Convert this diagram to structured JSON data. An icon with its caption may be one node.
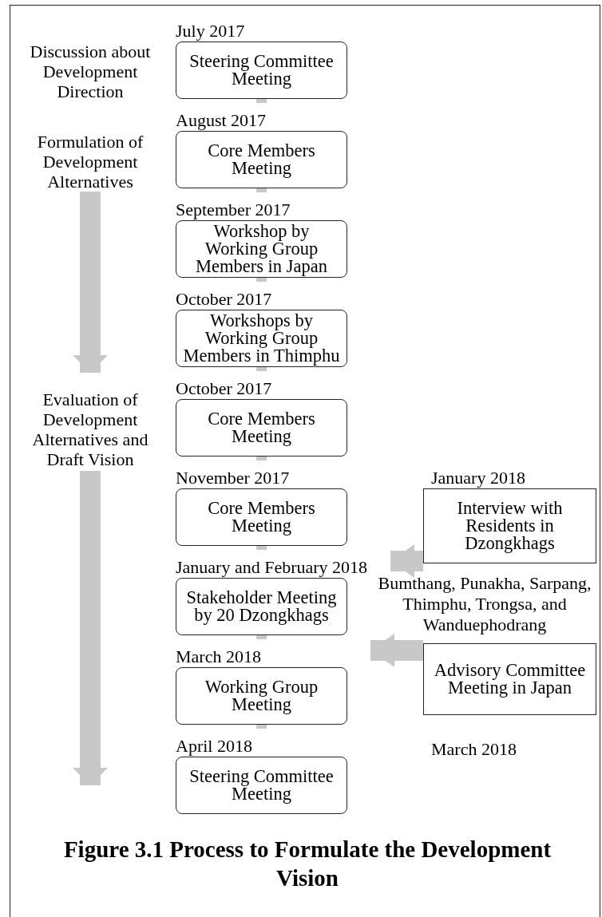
{
  "diagram": {
    "caption": "Figure 3.1 Process to Formulate the Development Vision",
    "nodes": [
      {
        "text": [
          "Discussion about Development Direction"
        ]
      },
      {
        "text": [
          "Formulation of Development Alternatives"
        ]
      },
      {
        "text": [
          "Evaluation of Development Alternatives and Draft Vision"
        ]
      },
      {
        "text": [
          "July 2017",
          "Steering Committee Meeting"
        ]
      },
      {
        "text": [
          "August 2017",
          "Core Members Meeting"
        ]
      },
      {
        "text": [
          "September 2017",
          "Workshop by Working Group Members in Japan"
        ]
      },
      {
        "text": [
          "October 2017",
          "Workshops by Working Group Members in Thimphu"
        ]
      },
      {
        "text": [
          "October 2017",
          "Core Members Meeting"
        ]
      },
      {
        "text": [
          "November 2017",
          "Core Members Meeting"
        ]
      },
      {
        "text": [
          "January and February 2018",
          "Stakeholder Meeting by 20 Dzongkhags"
        ]
      },
      {
        "text": [
          "March 2018",
          "Working Group Meeting"
        ]
      },
      {
        "text": [
          "April 2018",
          "Steering Committee Meeting"
        ]
      },
      {
        "text": [
          "January 2018",
          "Interview with Residents in Dzongkhags"
        ],
        "beside": [
          "Bumthang, Punakha, Sarpang, Thimphu, Trongsa, and Wanduephodrang"
        ]
      },
      {
        "text": [
          "Advisory Committee Meeting in Japan"
        ],
        "beside": [
          "March 2018"
        ]
      }
    ],
    "edges": [
      {
        "from": 1,
        "to": 2,
        "arrow": "to",
        "style": "thick"
      },
      {
        "from": 2,
        "to": null,
        "arrow": "to",
        "style": "thick"
      },
      {
        "from": 3,
        "to": 4,
        "arrow": "to"
      },
      {
        "from": 4,
        "to": 5,
        "arrow": "to"
      },
      {
        "from": 5,
        "to": 6,
        "arrow": "to"
      },
      {
        "from": 6,
        "to": 7,
        "arrow": "to"
      },
      {
        "from": 7,
        "to": 8,
        "arrow": "to"
      },
      {
        "from": 8,
        "to": 9,
        "arrow": "to"
      },
      {
        "from": 9,
        "to": 10,
        "arrow": "to"
      },
      {
        "from": 10,
        "to": 11,
        "arrow": "to"
      },
      {
        "from": 12,
        "to": 9,
        "arrow": "to",
        "style": "thick"
      },
      {
        "from": 13,
        "to": 10,
        "arrow": "to",
        "style": "thick"
      }
    ]
  }
}
